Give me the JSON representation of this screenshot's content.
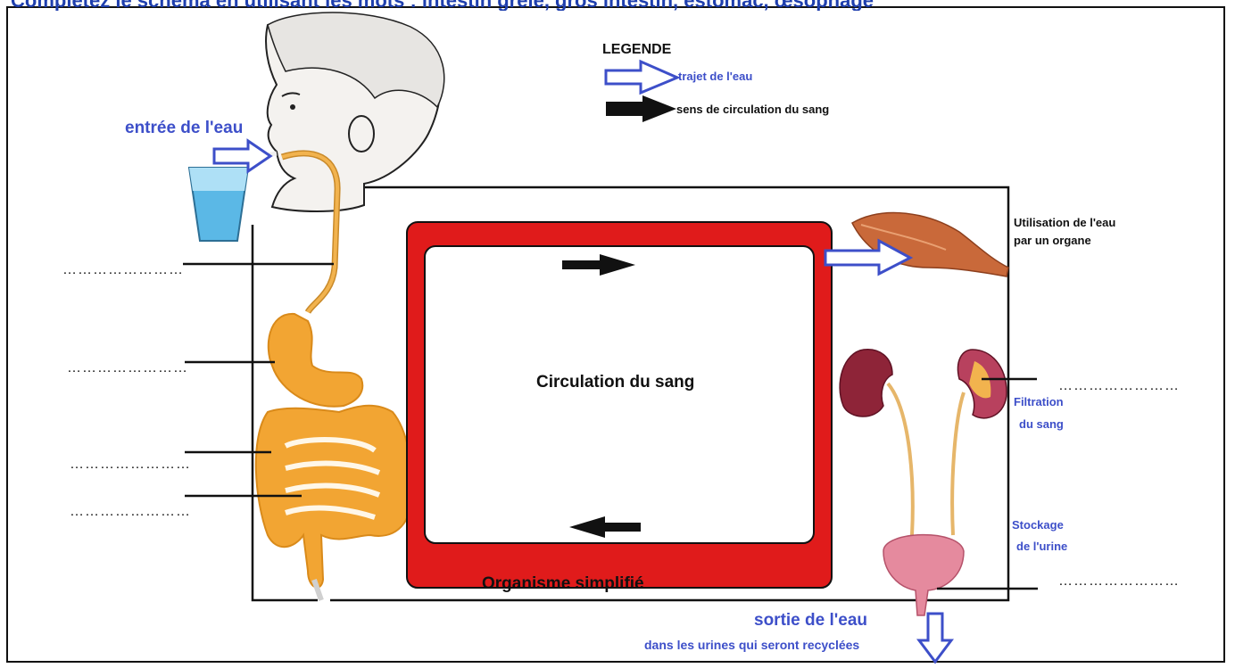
{
  "header_cut_text": "Complétez le schéma en utilisant les mots : intestin grêle, gros intestin, estomac, œsophage",
  "legend": {
    "title": "LEGENDE",
    "water_path": "trajet de l'eau",
    "blood_direction": "sens de circulation du sang"
  },
  "labels": {
    "water_in": "entrée de l'eau",
    "blood_circulation": "Circulation du sang",
    "organism": "Organisme simplifié",
    "muscle_use": "Utilisation de l'eau",
    "muscle_use_2": "par un organe",
    "kidney_filter_1": "Filtration",
    "kidney_filter_2": "du sang",
    "bladder_1": "Stockage",
    "bladder_2": "de l'urine",
    "water_out": "sortie de l'eau",
    "water_out_2": "dans les urines qui seront recyclées"
  },
  "blanks": {
    "b1": "……………………",
    "b2": "……………………",
    "b3": "……………………",
    "b4": "……………………",
    "b5": "……………………",
    "b6": "……………………"
  },
  "colors": {
    "water_arrow": "#3d4fc9",
    "circulation": "#e01b1b",
    "digestive": "#f2a533",
    "muscle": "#c9693a",
    "kidney": "#8e2438",
    "bladder": "#e58a9e"
  }
}
